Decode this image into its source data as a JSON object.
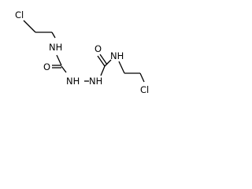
{
  "molecule": {
    "atoms": {
      "cl_top": "Cl",
      "nh_top": "NH",
      "o_left": "O",
      "nh_left": "NH",
      "nh_right": "NH",
      "o_right": "O",
      "nh_bottom": "NH",
      "cl_bottom": "Cl"
    }
  }
}
